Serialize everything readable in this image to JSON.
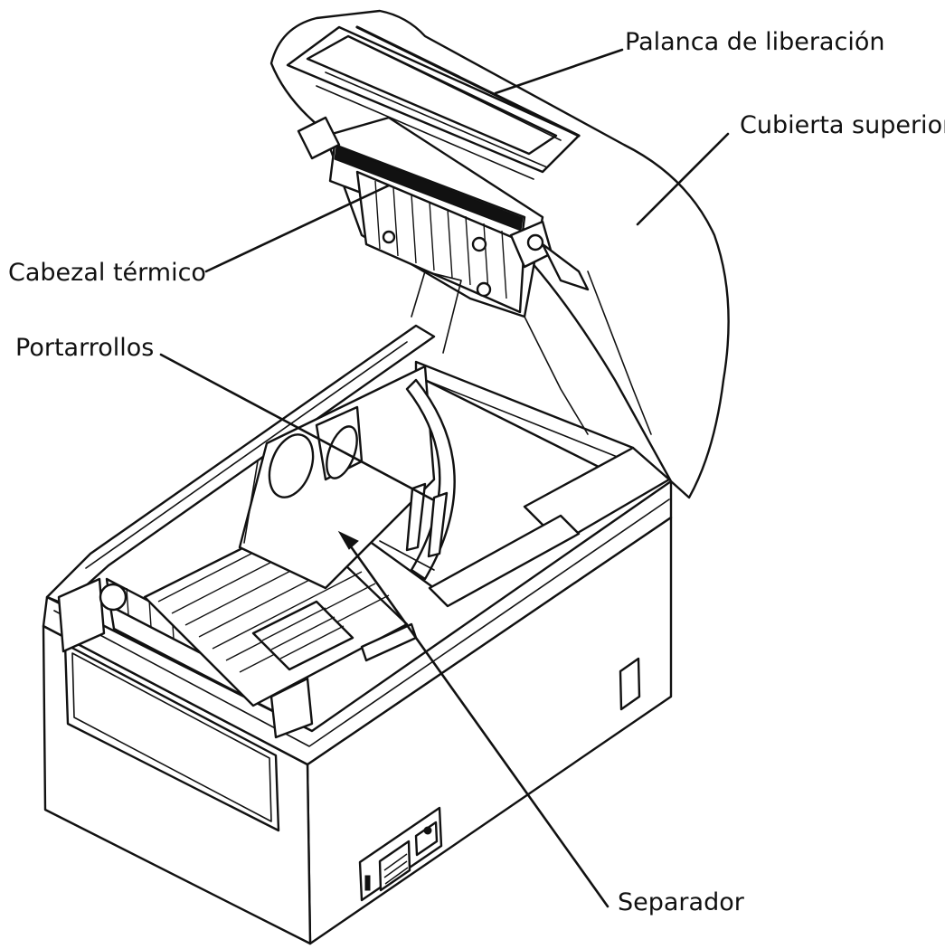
{
  "diagram": {
    "subject_icon": "thermal-receipt-printer-icon",
    "line_color": "#111111",
    "background_color": "#ffffff",
    "callouts": [
      {
        "id": "release-lever",
        "label": "Palanca de liberación"
      },
      {
        "id": "top-cover",
        "label": "Cubierta superior"
      },
      {
        "id": "thermal-head",
        "label": "Cabezal térmico"
      },
      {
        "id": "roll-holder",
        "label": "Portarrollos"
      },
      {
        "id": "separator",
        "label": "Separador"
      }
    ]
  }
}
